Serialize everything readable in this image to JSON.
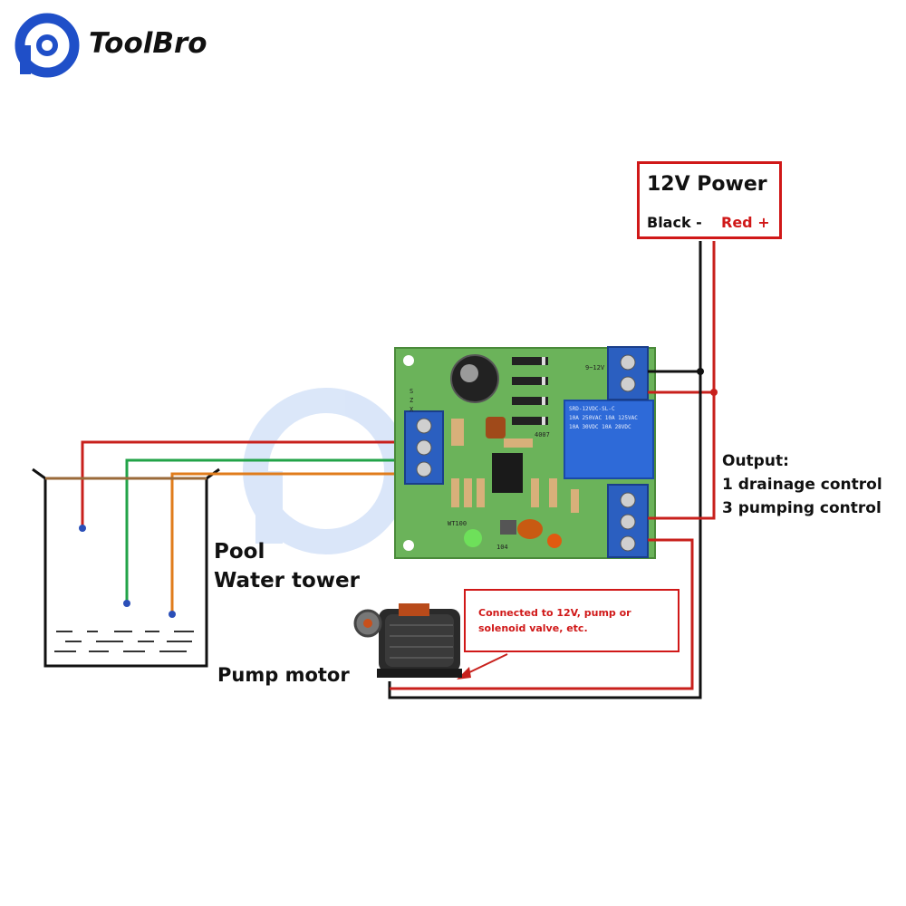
{
  "brand": {
    "name": "ToolBro",
    "logo_icon": "toolbro-p-logo-icon"
  },
  "power": {
    "title": "12V Power",
    "black_label": "Black -",
    "red_label": "Red +"
  },
  "output": {
    "title": "Output:",
    "line1": "1 drainage control",
    "line2": "3 pumping control"
  },
  "tank": {
    "label1": "Pool",
    "label2": "Water tower"
  },
  "pump": {
    "label": "Pump motor"
  },
  "note": {
    "text": "Connected to 12V, pump or solenoid valve, etc."
  },
  "board": {
    "probe_labels": [
      "S",
      "Z",
      "X"
    ],
    "voltage_mark": "9~12V",
    "relay_marks": [
      "SRD-12VDC-SL-C",
      "10A 250VAC  10A 125VAC",
      "10A 30VDC  10A 28VDC"
    ],
    "model_mark": "WT100",
    "diode_mark": "4007",
    "cap_mark": "104"
  },
  "colors": {
    "wire_red": "#c8201c",
    "wire_black": "#111111",
    "wire_green": "#22a348",
    "wire_brown": "#b07a3c",
    "wire_orange": "#e07c1c",
    "pcb_green": "#6bb35a",
    "terminal_blue": "#2b5fc0"
  }
}
